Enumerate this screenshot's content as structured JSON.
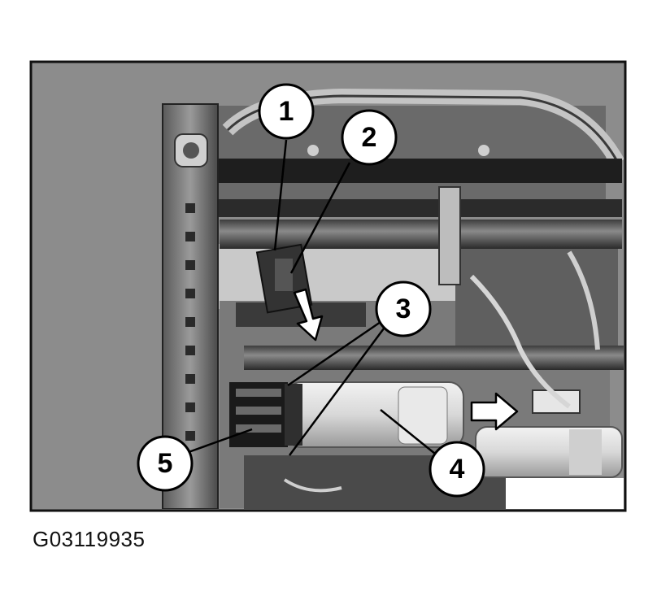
{
  "figure": {
    "callouts": [
      {
        "label": "1"
      },
      {
        "label": "2"
      },
      {
        "label": "3"
      },
      {
        "label": "4"
      },
      {
        "label": "5"
      }
    ]
  },
  "caption": "G03119935",
  "colors": {
    "frame": "#111111",
    "photo_bg": "#8f8f8f",
    "callout_fill": "#ffffff",
    "callout_stroke": "#000000"
  }
}
